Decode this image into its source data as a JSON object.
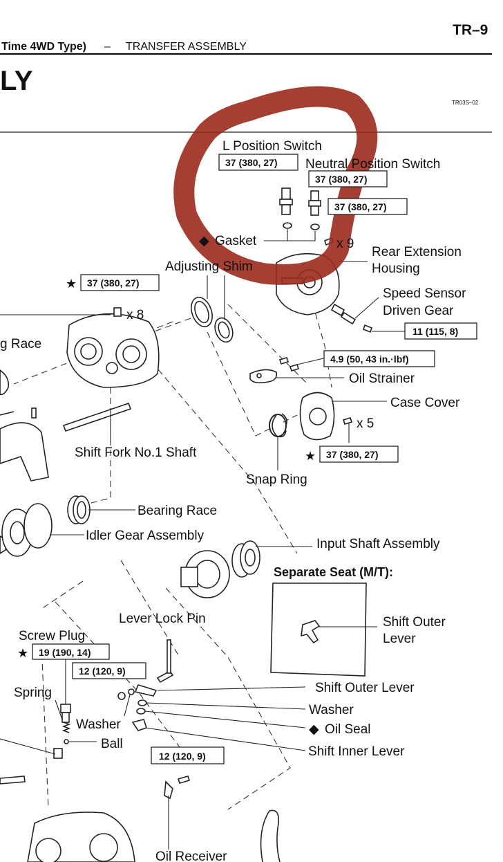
{
  "header": {
    "section_bold": "Time 4WD Type)",
    "dash": "–",
    "section_name": "TRANSFER ASSEMBLY",
    "page_number": "TR–9",
    "big_title_fragment": "LY",
    "figure_code": "TR03S–02"
  },
  "torque_specs": {
    "l_position_switch": "37 (380, 27)",
    "neutral_position_switch": "37 (380, 27)",
    "neutral_switch_second": "37 (380, 27)",
    "front_bolts": "37 (380, 27)",
    "speed_sensor": "11 (115, 8)",
    "oil_strainer": "4.9 (50, 43 in.·lbf)",
    "case_cover": "37 (380, 27)",
    "screw_plug": "19 (190, 14)",
    "lever_bolt": "12 (120, 9)",
    "oil_receiver": "12 (120, 9)"
  },
  "labels": {
    "l_position_switch": "L Position Switch",
    "neutral_position_switch": "Neutral Position Switch",
    "gasket": "Gasket",
    "x9": "x 9",
    "rear_ext_1": "Rear Extension",
    "rear_ext_2": "Housing",
    "adjusting_shim": "Adjusting Shim",
    "speed_sensor_1": "Speed Sensor",
    "speed_sensor_2": "Driven Gear",
    "x8": "x 8",
    "g_race": "g Race",
    "oil_strainer": "Oil Strainer",
    "case_cover": "Case Cover",
    "x5": "x 5",
    "shift_fork_shaft": "Shift Fork No.1 Shaft",
    "snap_ring": "Snap Ring",
    "bearing_race": "Bearing Race",
    "idler_gear": "Idler Gear Assembly",
    "input_shaft": "Input Shaft Assembly",
    "separate_seat": "Separate Seat (M/T):",
    "shift_outer_lever_inset_1": "Shift Outer",
    "shift_outer_lever_inset_2": "Lever",
    "lever_lock_pin": "Lever Lock Pin",
    "screw_plug": "Screw Plug",
    "spring": "Spring",
    "shift_outer_lever": "Shift Outer Lever",
    "washer_right": "Washer",
    "washer_left": "Washer",
    "oil_seal": "Oil Seal",
    "ball": "Ball",
    "shift_inner_lever": "Shift Inner Lever",
    "oil_receiver": "Oil Receiver"
  },
  "symbols": {
    "star": "★",
    "diamond": "◆"
  },
  "annotation": {
    "circle_color": "#9b2a1e",
    "meaning": "hand-drawn circle around L Position Switch / Neutral Position Switch area"
  }
}
